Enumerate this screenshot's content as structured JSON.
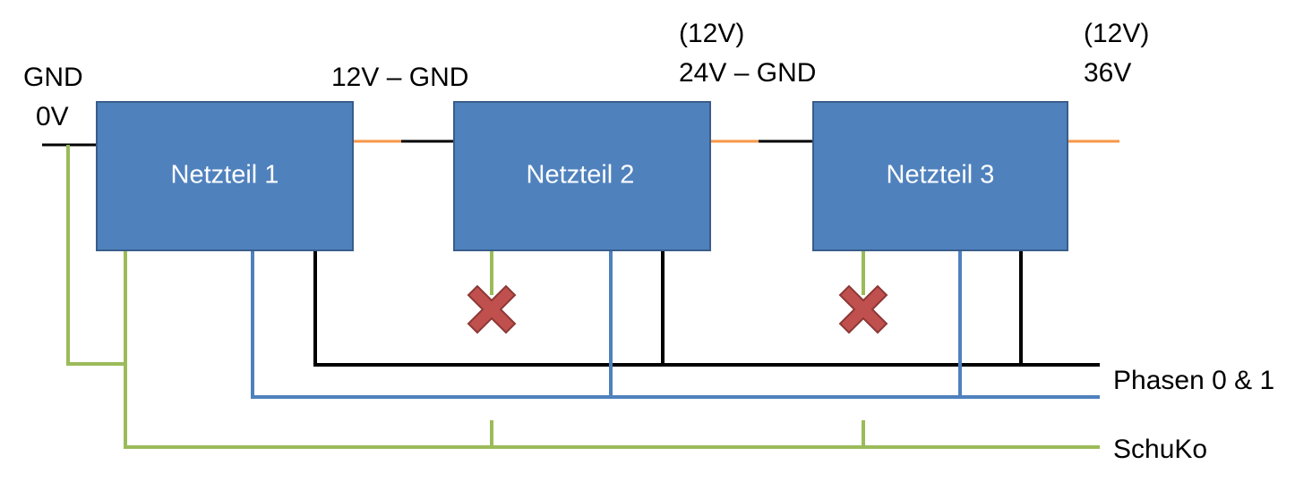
{
  "colors": {
    "box_fill": "#4f81bd",
    "box_stroke": "#385d8a",
    "wire_black": "#000000",
    "wire_blue": "#4f81bd",
    "wire_green": "#9bbb59",
    "wire_orange": "#f79646",
    "cross_fill": "#c0504d",
    "cross_stroke": "#8c3836"
  },
  "blocks": [
    {
      "title": "Netzteil 1"
    },
    {
      "title": "Netzteil 2"
    },
    {
      "title": "Netzteil 3"
    }
  ],
  "labels": {
    "gnd": "GND",
    "zero_v": "0V",
    "v12_gnd": "12V – GND",
    "p12_a": "(12V)",
    "v24_gnd": "24V – GND",
    "p12_b": "(12V)",
    "v36": "36V",
    "phasen": "Phasen 0 & 1",
    "schuko": "SchuKo"
  }
}
